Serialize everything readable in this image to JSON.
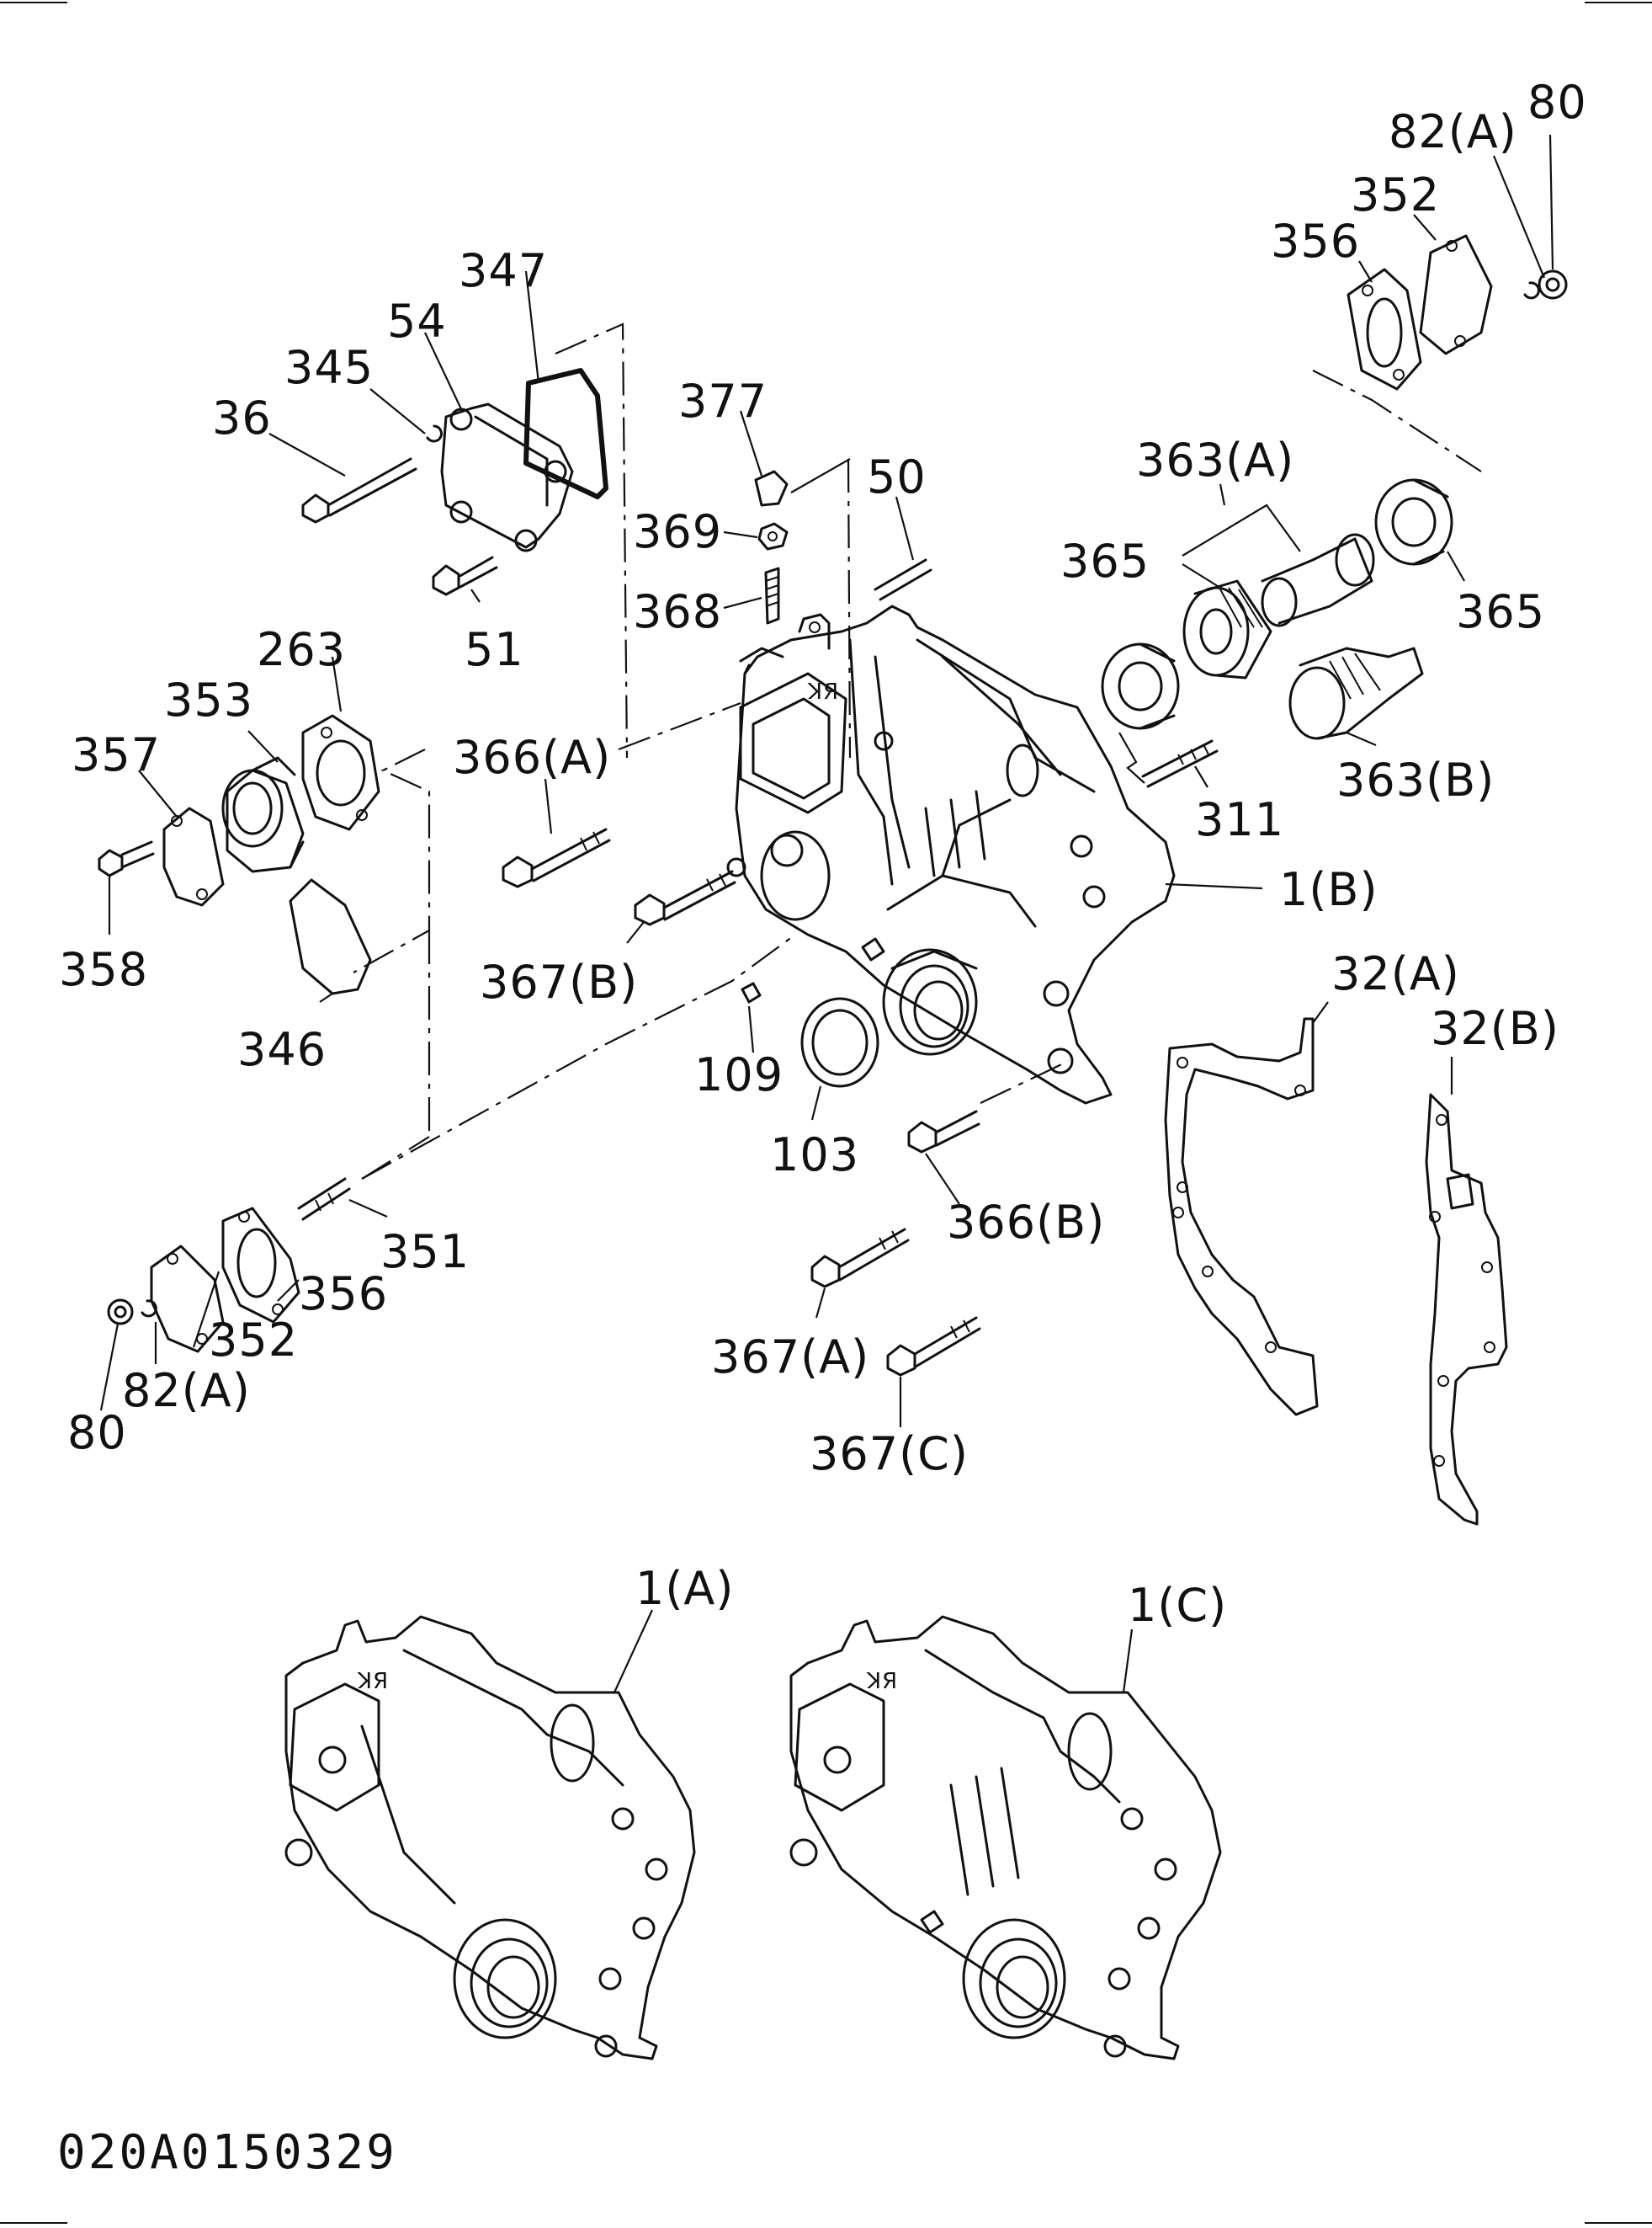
{
  "diagram_code": "020A0150329",
  "labels": [
    {
      "id": "l80_top",
      "text": "80"
    },
    {
      "id": "l82a_top",
      "text": "82(A)"
    },
    {
      "id": "l352_top",
      "text": "352"
    },
    {
      "id": "l356_top",
      "text": "356"
    },
    {
      "id": "l347",
      "text": "347"
    },
    {
      "id": "l54",
      "text": "54"
    },
    {
      "id": "l345",
      "text": "345"
    },
    {
      "id": "l36",
      "text": "36"
    },
    {
      "id": "l51",
      "text": "51"
    },
    {
      "id": "l377",
      "text": "377"
    },
    {
      "id": "l50",
      "text": "50"
    },
    {
      "id": "l369",
      "text": "369"
    },
    {
      "id": "l368",
      "text": "368"
    },
    {
      "id": "l363a",
      "text": "363(A)"
    },
    {
      "id": "l365_left",
      "text": "365"
    },
    {
      "id": "l365_right",
      "text": "365"
    },
    {
      "id": "l263",
      "text": "263"
    },
    {
      "id": "l353",
      "text": "353"
    },
    {
      "id": "l357",
      "text": "357"
    },
    {
      "id": "l366a",
      "text": "366(A)"
    },
    {
      "id": "l363b",
      "text": "363(B)"
    },
    {
      "id": "l311",
      "text": "311"
    },
    {
      "id": "l1b",
      "text": "1(B)"
    },
    {
      "id": "l358",
      "text": "358"
    },
    {
      "id": "l367b",
      "text": "367(B)"
    },
    {
      "id": "l32a",
      "text": "32(A)"
    },
    {
      "id": "l32b",
      "text": "32(B)"
    },
    {
      "id": "l346",
      "text": "346"
    },
    {
      "id": "l109",
      "text": "109"
    },
    {
      "id": "l103",
      "text": "103"
    },
    {
      "id": "l366b",
      "text": "366(B)"
    },
    {
      "id": "l351",
      "text": "351"
    },
    {
      "id": "l356_bot",
      "text": "356"
    },
    {
      "id": "l352_bot",
      "text": "352"
    },
    {
      "id": "l82a_bot",
      "text": "82(A)"
    },
    {
      "id": "l80_bot",
      "text": "80"
    },
    {
      "id": "l367a",
      "text": "367(A)"
    },
    {
      "id": "l367c",
      "text": "367(C)"
    },
    {
      "id": "l1a",
      "text": "1(A)"
    },
    {
      "id": "l1c",
      "text": "1(C)"
    }
  ]
}
